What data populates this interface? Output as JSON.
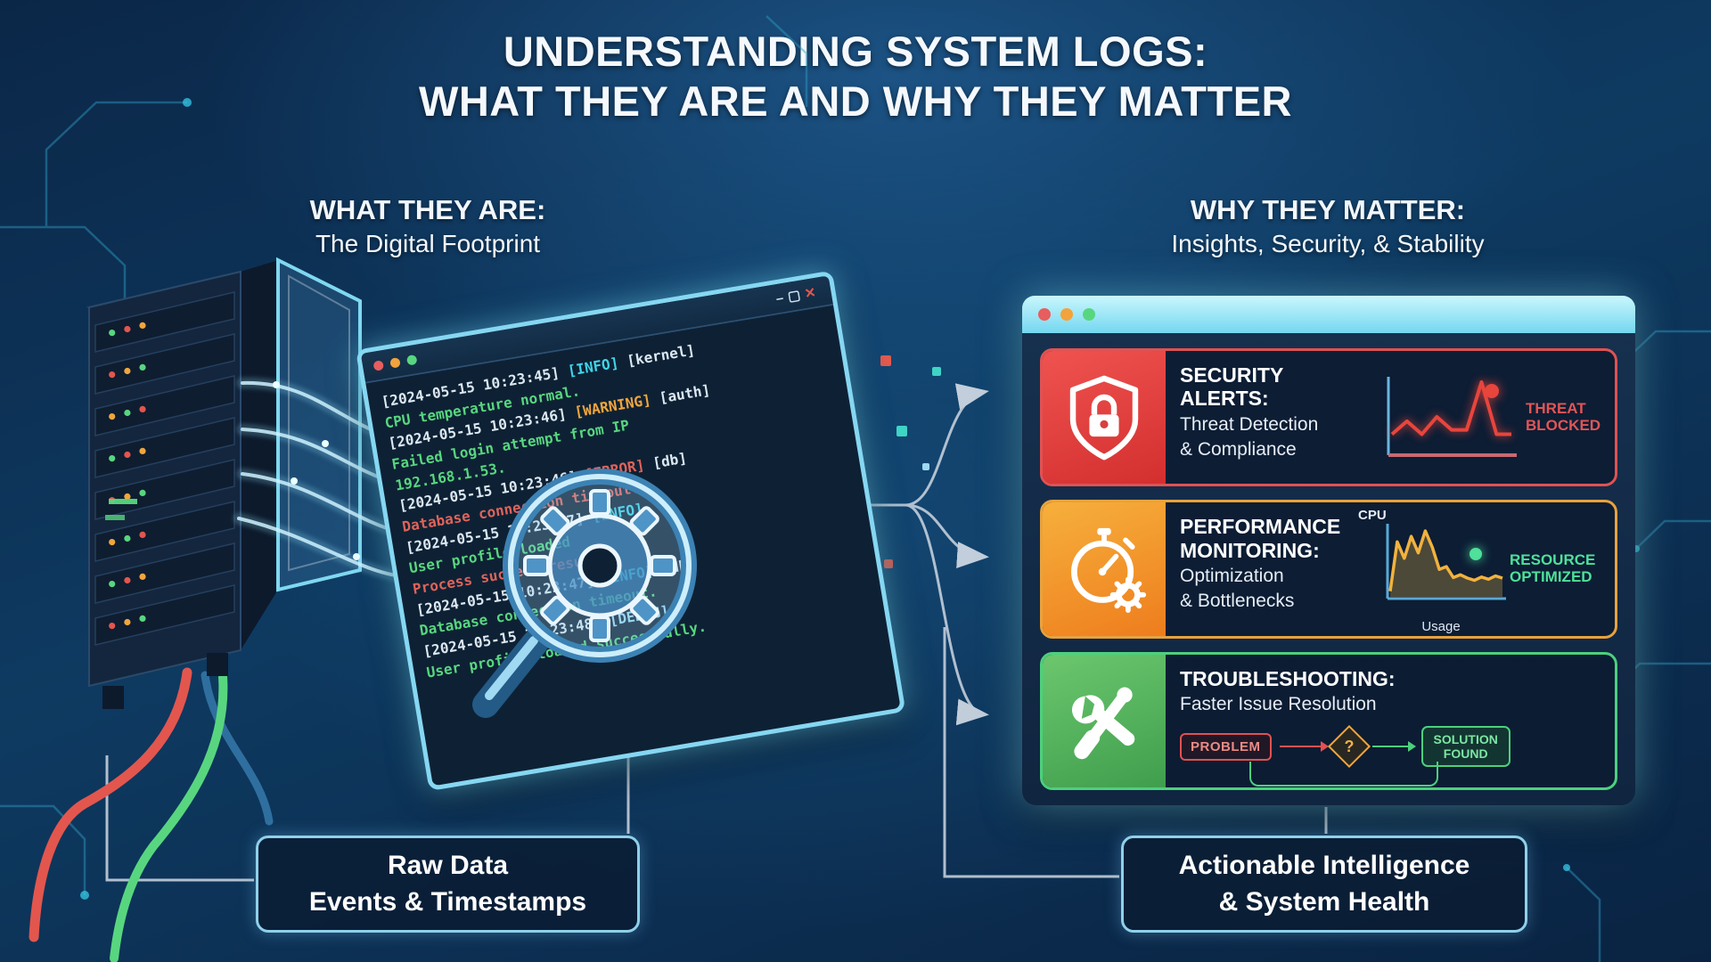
{
  "colors": {
    "cyan": "#35c9e8",
    "red": "#e05252",
    "orange": "#f0a63c",
    "green": "#4cd07d",
    "accent_border": "#8fd0ea"
  },
  "header": {
    "title_line1": "UNDERSTANDING SYSTEM LOGS:",
    "title_line2": "WHAT THEY ARE AND WHY THEY MATTER"
  },
  "left_section": {
    "heading": "WHAT THEY ARE:",
    "subheading": "The Digital Footprint",
    "caption_line1": "Raw Data",
    "caption_line2": "Events & Timestamps"
  },
  "right_section": {
    "heading": "WHY THEY MATTER:",
    "subheading": "Insights, Security, & Stability",
    "caption_line1": "Actionable Intelligence",
    "caption_line2": "& System Health"
  },
  "terminal": {
    "controls": {
      "minimize": "–",
      "maximize": "▢",
      "close": "✕"
    },
    "log": [
      [
        {
          "t": "[2024-05-15 10:23:45] ",
          "c": "ts"
        },
        {
          "t": "[INFO]",
          "c": "info"
        },
        {
          "t": " [kernel]",
          "c": "ts"
        }
      ],
      [
        {
          "t": "CPU temperature normal.",
          "c": "ok"
        }
      ],
      [
        {
          "t": "[2024-05-15 10:23:46] ",
          "c": "ts"
        },
        {
          "t": "[WARNING]",
          "c": "warn"
        },
        {
          "t": " [auth]",
          "c": "ts"
        }
      ],
      [
        {
          "t": "Failed login attempt from IP",
          "c": "ok"
        }
      ],
      [
        {
          "t": "192.168.1.53.",
          "c": "ok"
        }
      ],
      [
        {
          "t": "[2024-05-15 10:23:46] ",
          "c": "ts"
        },
        {
          "t": "[ERROR]",
          "c": "err"
        },
        {
          "t": " [db]",
          "c": "ts"
        }
      ],
      [
        {
          "t": "Database connection timeout.",
          "c": "err"
        }
      ],
      [
        {
          "t": "[2024-05-15 10:23:47] ",
          "c": "ts"
        },
        {
          "t": "[INFO]",
          "c": "info"
        }
      ],
      [
        {
          "t": "User profile loaded",
          "c": "ok"
        }
      ],
      [
        {
          "t": "Process success result.",
          "c": "err"
        }
      ],
      [
        {
          "t": "[2024-05-15 10:23:47] ",
          "c": "ts"
        },
        {
          "t": "[INFO]",
          "c": "info"
        },
        {
          "t": " [db]",
          "c": "ts"
        }
      ],
      [
        {
          "t": "Database connection timeout.",
          "c": "ok"
        }
      ],
      [
        {
          "t": "[2024-05-15 10:23:48] ",
          "c": "ts"
        },
        {
          "t": "[DEBUG]",
          "c": "dbg"
        }
      ],
      [
        {
          "t": "User profile loaded successfully.",
          "c": "ok"
        }
      ]
    ]
  },
  "cards": [
    {
      "title": "SECURITY ALERTS:",
      "line1": "Threat Detection",
      "line2": "& Compliance",
      "badge_line1": "THREAT",
      "badge_line2": "BLOCKED",
      "chart": {
        "type": "line",
        "values": [
          4,
          7,
          4,
          8,
          5,
          5,
          16,
          4,
          4
        ]
      }
    },
    {
      "title": "PERFORMANCE MONITORING:",
      "line1": "Optimization",
      "line2": "& Bottlenecks",
      "axis_top": "CPU",
      "axis_bottom": "Usage",
      "badge_line1": "RESOURCE",
      "badge_line2": "OPTIMIZED",
      "chart": {
        "type": "area",
        "values": [
          1,
          10,
          7,
          11,
          8,
          12,
          9,
          5,
          5.5,
          3.5,
          4,
          3.4,
          3,
          3.6,
          3.2,
          3.8,
          3.4
        ]
      }
    },
    {
      "title": "TROUBLESHOOTING:",
      "line1": "Faster Issue Resolution",
      "flow": {
        "problem": "PROBLEM",
        "decision": "?",
        "solution_line1": "SOLUTION",
        "solution_line2": "FOUND"
      }
    }
  ]
}
